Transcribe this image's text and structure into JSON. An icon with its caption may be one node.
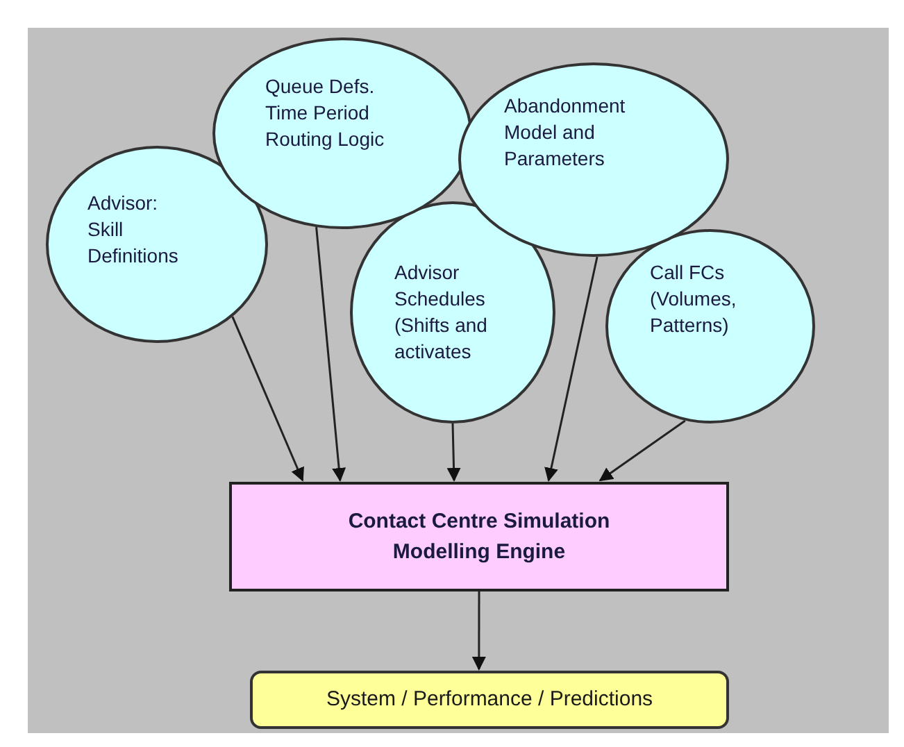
{
  "diagram": {
    "nodes": [
      {
        "text": [
          "Advisor: Skill Definitions"
        ]
      },
      {
        "text": [
          "Queue Defs. Time Period Routing Logic"
        ]
      },
      {
        "text": [
          "Advisor Schedules (Shifts and activates"
        ]
      },
      {
        "text": [
          "Abandonment Model and Parameters"
        ]
      },
      {
        "text": [
          "Call FCs (Volumes, Patterns)"
        ]
      },
      {
        "text": [
          "Contact Centre Simulation Modelling Engine"
        ]
      },
      {
        "text": [
          "System / Performance / Predictions"
        ]
      }
    ],
    "edges": [
      {
        "from": 0,
        "to": 5,
        "arrow": "to"
      },
      {
        "from": 1,
        "to": 5,
        "arrow": "to"
      },
      {
        "from": 2,
        "to": 5,
        "arrow": "to"
      },
      {
        "from": 3,
        "to": 5,
        "arrow": "to"
      },
      {
        "from": 4,
        "to": 5,
        "arrow": "to"
      },
      {
        "from": 5,
        "to": 6,
        "arrow": "to"
      }
    ]
  }
}
